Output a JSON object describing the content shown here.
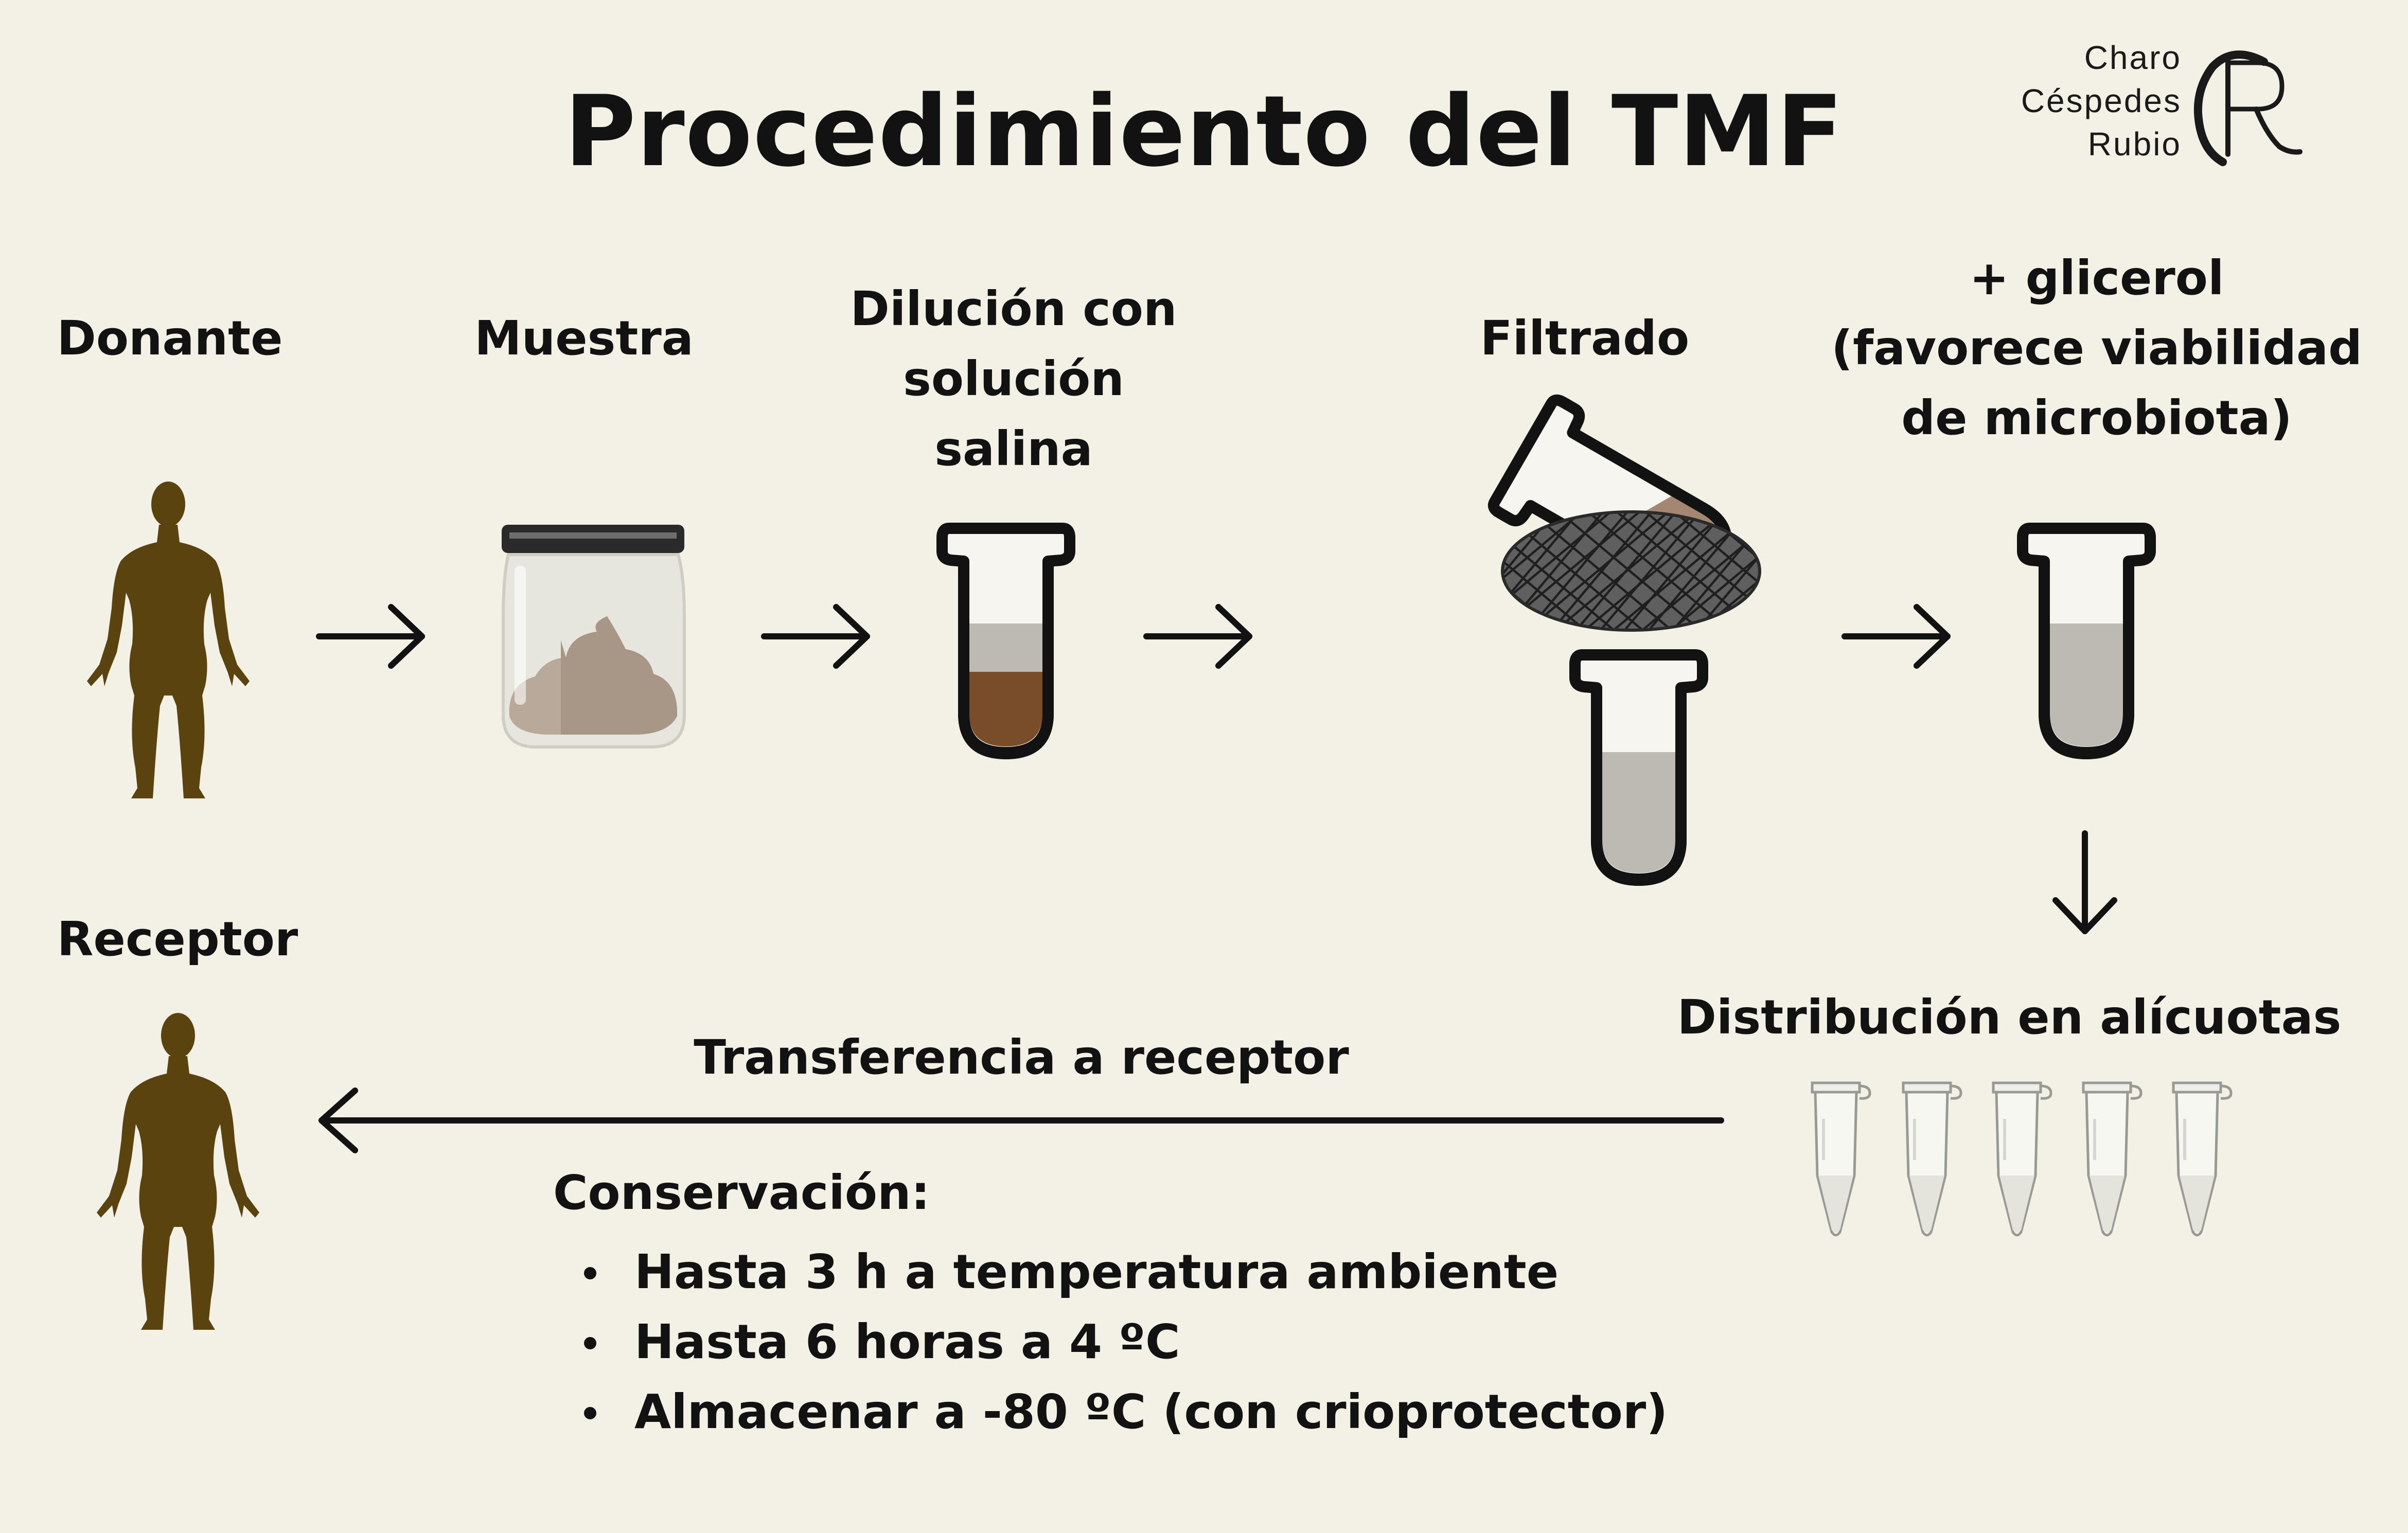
{
  "title": "Procedimiento del TMF",
  "brand": {
    "line1": "Charo",
    "line2": "Céspedes",
    "line3": "Rubio",
    "monogram": "CR"
  },
  "steps": {
    "donor": "Donante",
    "sample": "Muestra",
    "dilution": [
      "Dilución con",
      "solución",
      "salina"
    ],
    "filtering": "Filtrado",
    "glycerol": [
      "+ glicerol",
      "(favorece viabilidad",
      "de microbiota)"
    ],
    "aliquots": "Distribución en alícuotas",
    "transfer": "Transferencia a receptor",
    "recipient": "Receptor"
  },
  "conservation": {
    "title": "Conservación:",
    "items": [
      "Hasta 3 h a temperatura ambiente",
      "Hasta 6 horas a 4 ºC",
      "Almacenar a -80 ºC (con crioprotector)"
    ]
  },
  "colors": {
    "background": "#f3f0e6",
    "figure": "#5b4310",
    "stool_dark": "#7a4d2a",
    "stool_light": "#a48672",
    "diluted_liquid": "#b9b7b1",
    "ink": "#121212"
  },
  "icons": [
    "human-silhouette-icon",
    "jar-icon",
    "test-tube-icon",
    "mesh-filter-icon",
    "microtube-icon",
    "arrow-icon"
  ]
}
